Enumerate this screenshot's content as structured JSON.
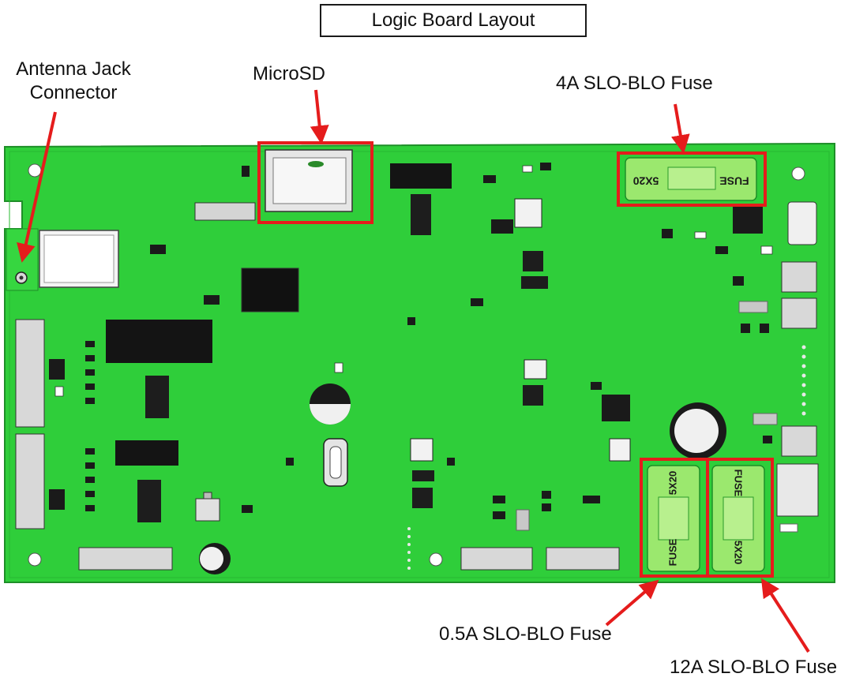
{
  "title": "Logic Board Layout",
  "callouts": {
    "antenna_line1": "Antenna Jack",
    "antenna_line2": "Connector",
    "microsd": "MicroSD",
    "fuse_4a": "4A SLO-BLO Fuse",
    "fuse_05a": "0.5A SLO-BLO Fuse",
    "fuse_12a": "12A SLO-BLO Fuse"
  },
  "fuse_markings": {
    "fuse": "FUSE",
    "size": "5X20"
  },
  "colors": {
    "board": "#2fce3a",
    "board_edge": "#1e8f28",
    "highlight": "#e51c1c",
    "arrow": "#e51c1c",
    "chip": "#111111",
    "fuse_body": "#9be86e"
  }
}
